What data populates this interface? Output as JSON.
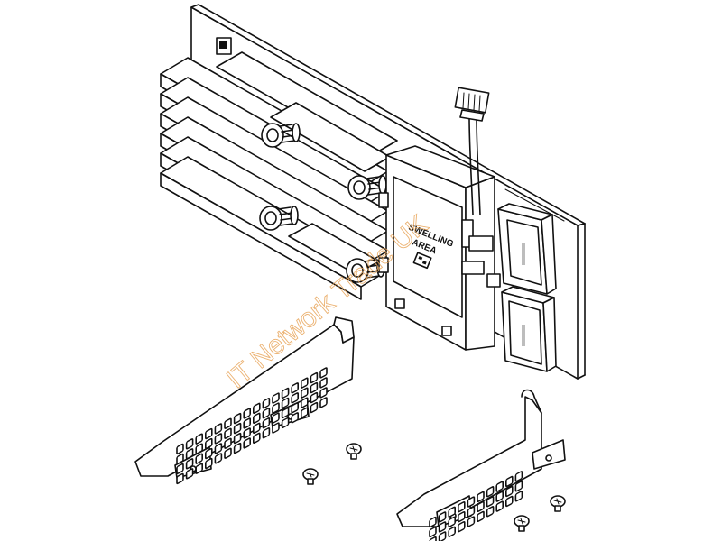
{
  "diagram": {
    "label_area": {
      "line1": "SWELLING",
      "line2": "AREA"
    },
    "watermark": "IT Network Trade UK",
    "colors": {
      "line": "#111111",
      "background": "#ffffff",
      "watermark": "#e8a55a"
    }
  }
}
